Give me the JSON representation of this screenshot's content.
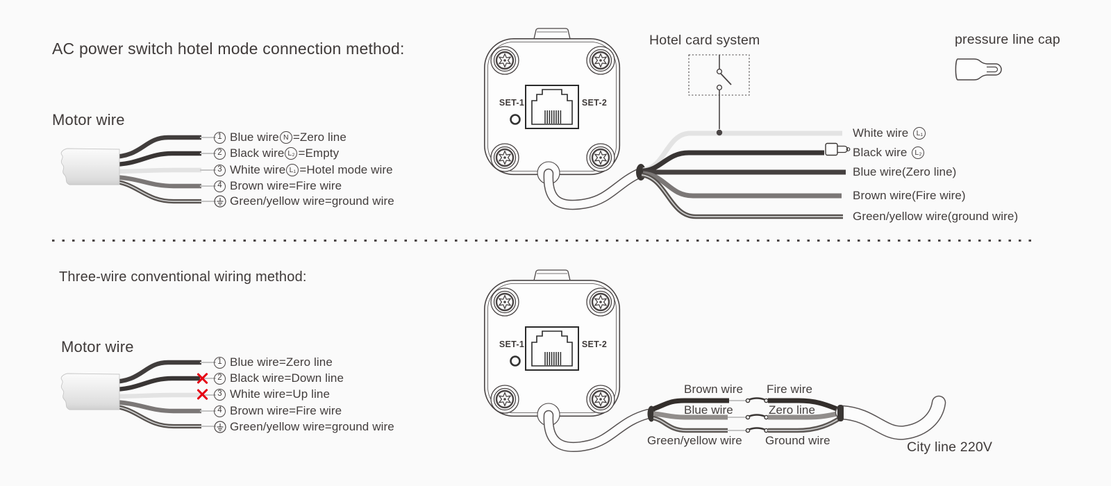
{
  "colors": {
    "background": "#fafafa",
    "ink": "#3f3a39",
    "outline": "#4a4545",
    "red_x": "#e60012",
    "wire_white": "#e3e3e3",
    "wire_black": "#393534",
    "wire_blue": "#45403f",
    "wire_brown": "#7b7776",
    "wire_green_yellow": "#57524f",
    "wire_gray": "#918d8b"
  },
  "hotel": {
    "title": "AC power switch hotel mode connection method:",
    "motor_label": "Motor wire",
    "motor_rows": [
      {
        "num": "1",
        "pre": "Blue wire",
        "sym": "N",
        "post": "=Zero line"
      },
      {
        "num": "2",
        "pre": "Black wire",
        "sym": "L₂",
        "post": "=Empty"
      },
      {
        "num": "3",
        "pre": "White wire",
        "sym": "L₁",
        "post": "=Hotel mode wire"
      },
      {
        "num": "4",
        "pre": "Brown wire",
        "post": "=Fire wire"
      },
      {
        "ground": true,
        "pre": "Green/yellow wire",
        "post": "=ground wire"
      }
    ],
    "card_system_label": "Hotel card system",
    "cap_label": "pressure line cap",
    "device": {
      "set1": "SET-1",
      "set2": "SET-2"
    },
    "out_rows": [
      {
        "label": "White wire",
        "sym": "L₁"
      },
      {
        "label": "Black wire",
        "sym": "L₂"
      },
      {
        "label": "Blue wire(Zero line)"
      },
      {
        "label": "Brown wire(Fire wire)"
      },
      {
        "label": "Green/yellow wire(ground wire)"
      }
    ]
  },
  "conventional": {
    "title": "Three-wire conventional wiring method:",
    "motor_label": "Motor wire",
    "motor_rows": [
      {
        "num": "1",
        "text": "Blue wire=Zero line"
      },
      {
        "num": "2",
        "text": "Black wire=Down line",
        "crossed": true
      },
      {
        "num": "3",
        "text": "White wire=Up line",
        "crossed": true
      },
      {
        "num": "4",
        "text": "Brown wire=Fire wire"
      },
      {
        "ground": true,
        "text": "Green/yellow wire=ground wire"
      }
    ],
    "device": {
      "set1": "SET-1",
      "set2": "SET-2"
    },
    "splice_rows": [
      {
        "left": "Brown wire",
        "right": "Fire wire"
      },
      {
        "left": "Blue wire",
        "right": "Zero line"
      },
      {
        "left": "Green/yellow wire",
        "right": "Ground wire"
      }
    ],
    "city_label": "City line 220V"
  }
}
